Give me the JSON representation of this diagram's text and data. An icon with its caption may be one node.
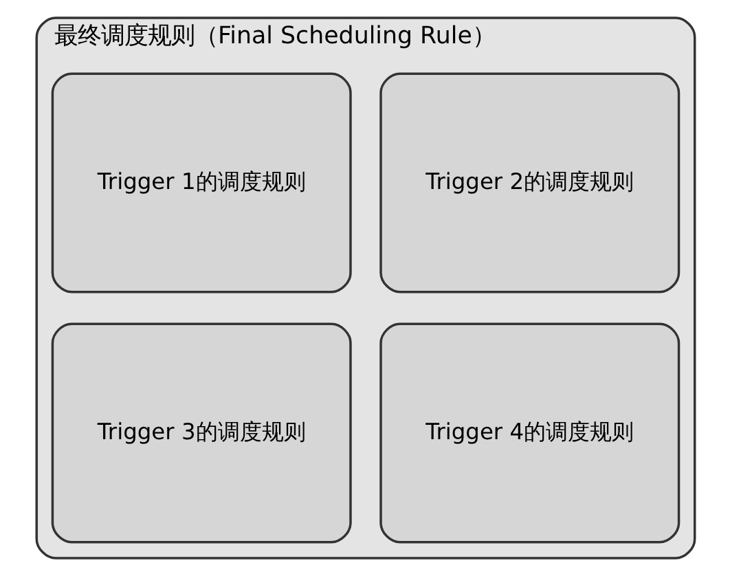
{
  "diagram": {
    "nodes": [
      {
        "text": [
          "最终调度规则（Final Scheduling Rule）"
        ]
      },
      {
        "text": [
          "Trigger 1的调度规则"
        ],
        "in": 0
      },
      {
        "text": [
          "Trigger 2的调度规则"
        ],
        "in": 0
      },
      {
        "text": [
          "Trigger 3的调度规则"
        ],
        "in": 0
      },
      {
        "text": [
          "Trigger 4的调度规则"
        ],
        "in": 0
      }
    ]
  }
}
